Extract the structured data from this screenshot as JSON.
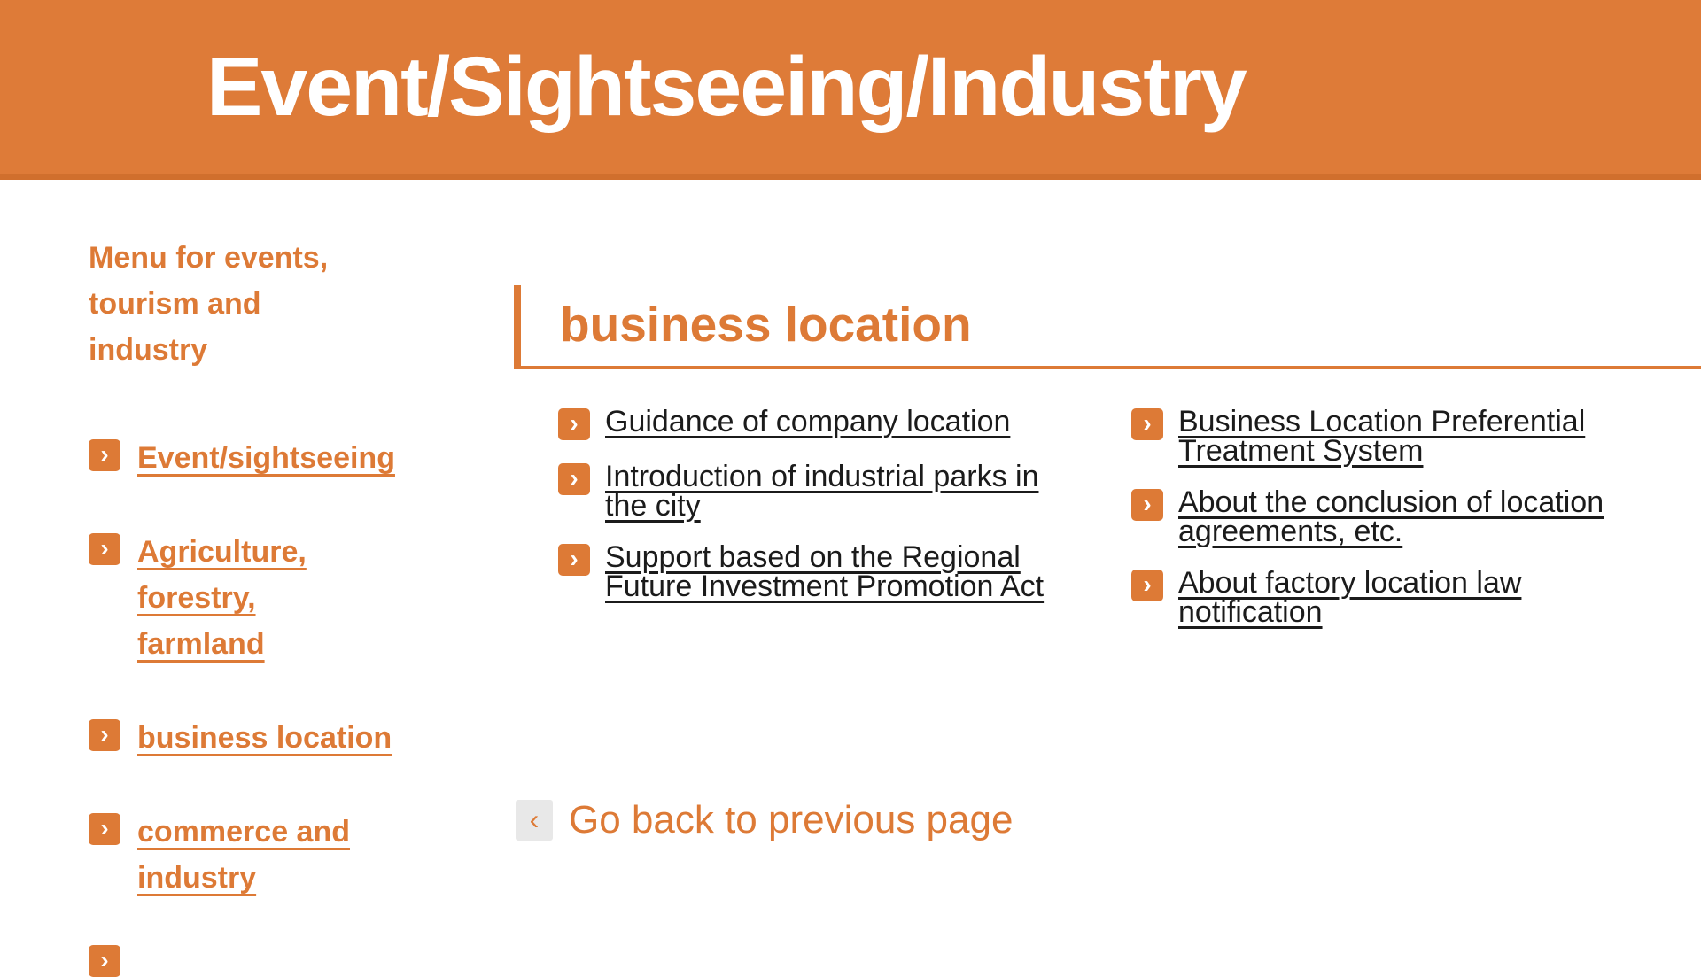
{
  "header": {
    "title": "Event/Sightseeing/Industry"
  },
  "sidebar": {
    "heading": "Menu for events, tourism and industry",
    "heading_lines": [
      "Menu for events,",
      "tourism and",
      "industry"
    ],
    "items": [
      {
        "label": "Event/sightseeing",
        "lines": [
          "Event/sightseeing"
        ]
      },
      {
        "label": "Agriculture, forestry, farmland",
        "lines": [
          "Agriculture,",
          "forestry,",
          "farmland"
        ]
      },
      {
        "label": "business location",
        "lines": [
          "business location"
        ]
      },
      {
        "label": "commerce and industry",
        "lines": [
          "commerce and",
          "industry"
        ]
      }
    ]
  },
  "main": {
    "section_title": "business location",
    "links_left": [
      {
        "label": "Guidance of company location",
        "lines": [
          "Guidance of company location"
        ]
      },
      {
        "label": "Introduction of industrial parks in the city",
        "lines": [
          "Introduction of industrial parks in",
          "the city"
        ]
      },
      {
        "label": "Support based on the Regional Future Investment Promotion Act",
        "lines": [
          "Support based on the Regional",
          "Future Investment Promotion Act"
        ]
      }
    ],
    "links_right": [
      {
        "label": "Business Location Preferential Treatment System",
        "lines": [
          "Business Location Preferential",
          "Treatment System"
        ]
      },
      {
        "label": "About the conclusion of location agreements, etc.",
        "lines": [
          "About the conclusion of location",
          "agreements, etc."
        ]
      },
      {
        "label": "About factory location law notification",
        "lines": [
          "About factory location law",
          "notification"
        ]
      }
    ],
    "back_label": "Go back to previous page"
  },
  "icons": {
    "chevron_right": "›",
    "chevron_left": "‹"
  },
  "colors": {
    "header_orange": "#DE7B38",
    "accent_orange": "#DD7A36",
    "link_black": "#1B1B1B",
    "back_box_gray": "#E8E8E8"
  }
}
